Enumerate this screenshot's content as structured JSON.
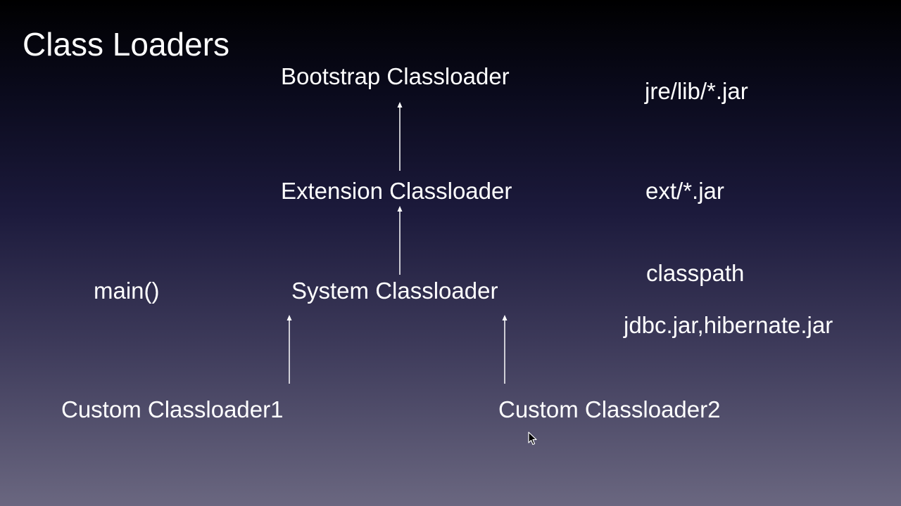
{
  "slide": {
    "title": "Class Loaders"
  },
  "loaders": {
    "bootstrap": "Bootstrap Classloader",
    "extension": "Extension Classloader",
    "system": "System Classloader",
    "custom1": "Custom Classloader1",
    "custom2": "Custom Classloader2"
  },
  "annotations": {
    "main": "main()",
    "jre_path": "jre/lib/*.jar",
    "ext_path": "ext/*.jar",
    "classpath": "classpath",
    "jars": "jdbc.jar,hibernate.jar"
  },
  "icons": {
    "cursor": "mouse-pointer-icon"
  },
  "colors": {
    "text": "#ffffff",
    "arrow": "#ffffff"
  }
}
